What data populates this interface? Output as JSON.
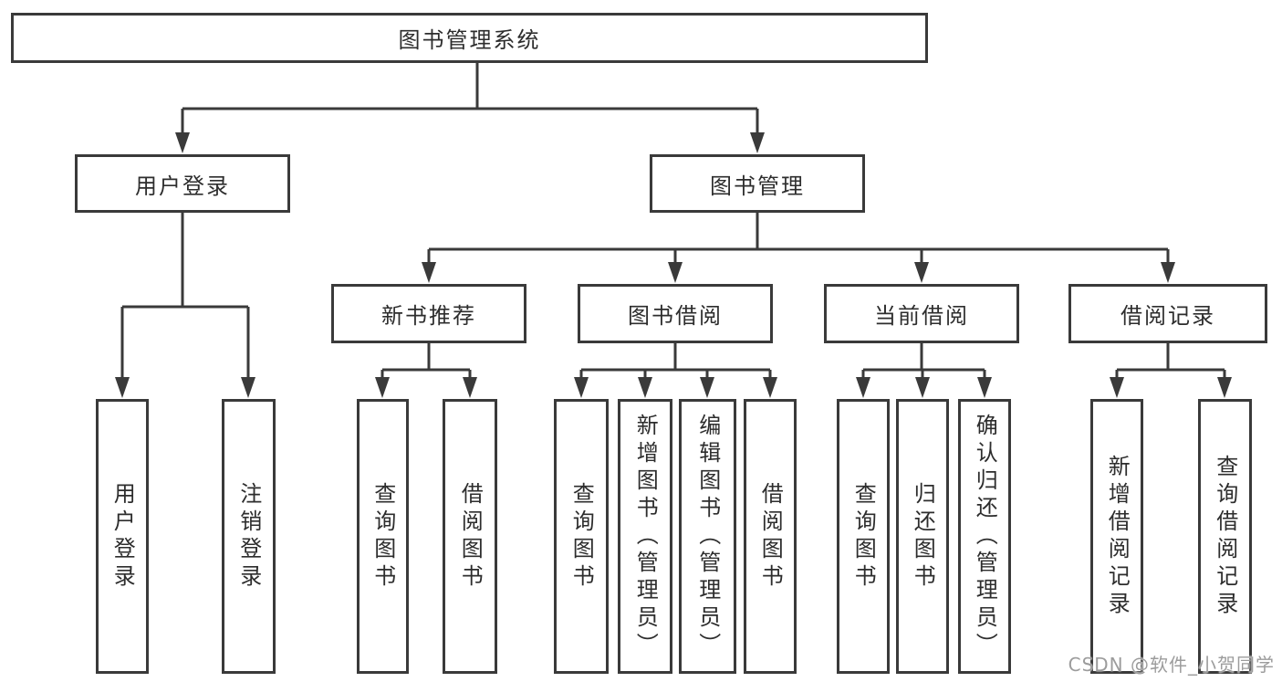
{
  "tree": {
    "label": "图书管理系统",
    "children": [
      {
        "label": "用户登录",
        "children": [
          {
            "label": "用户登录"
          },
          {
            "label": "注销登录"
          }
        ]
      },
      {
        "label": "图书管理",
        "children": [
          {
            "label": "新书推荐",
            "children": [
              {
                "label": "查询图书"
              },
              {
                "label": "借阅图书"
              }
            ]
          },
          {
            "label": "图书借阅",
            "children": [
              {
                "label": "查询图书"
              },
              {
                "label": "新增图书（管理员）"
              },
              {
                "label": "编辑图书（管理员）"
              },
              {
                "label": "借阅图书"
              }
            ]
          },
          {
            "label": "当前借阅",
            "children": [
              {
                "label": "查询图书"
              },
              {
                "label": "归还图书"
              },
              {
                "label": "确认归还（管理员）"
              }
            ]
          },
          {
            "label": "借阅记录",
            "children": [
              {
                "label": "新增借阅记录"
              },
              {
                "label": "查询借阅记录"
              }
            ]
          }
        ]
      }
    ]
  },
  "watermark": "CSDN @软件_小贺同学",
  "colors": {
    "line": "#3a3a3a",
    "text": "#2d2d2d",
    "background": "#ffffff",
    "watermark": "#9c9c9c"
  }
}
